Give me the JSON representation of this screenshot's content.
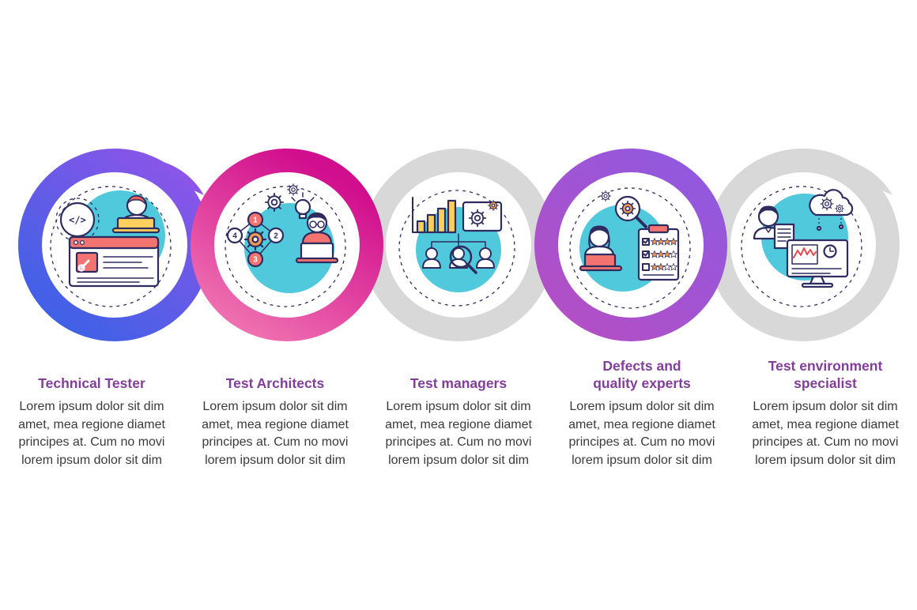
{
  "colors": {
    "ring_blue": "#3A62E6",
    "ring_violet": "#8C55E8",
    "ring_pink_light": "#F27BB4",
    "ring_pink_dark": "#D10F8E",
    "ring_purple_light": "#9059E0",
    "ring_purple_dark": "#B44FC4",
    "ring_gray": "#D8D8D8",
    "icon_backdrop_teal": "#4FC9DB",
    "icon_line_navy": "#2E2C5F",
    "accent_yellow": "#FCD05E",
    "accent_coral": "#F2736F",
    "accent_orange": "#F29A57",
    "chart_line_red": "#E8474F",
    "title_purple": "#823E98",
    "body_text": "#3A3A3A"
  },
  "steps": [
    {
      "title": "Technical Tester",
      "description": "Lorem ipsum dolor sit dim amet, mea regione diamet principes at. Cum no movi lorem ipsum dolor sit dim"
    },
    {
      "title": "Test Architects",
      "description": "Lorem ipsum dolor sit dim amet, mea regione diamet principes at. Cum no movi lorem ipsum dolor sit dim"
    },
    {
      "title": "Test managers",
      "description": "Lorem ipsum dolor sit dim amet, mea regione diamet principes at. Cum no movi lorem ipsum dolor sit dim"
    },
    {
      "title": "Defects and quality experts",
      "description": "Lorem ipsum dolor sit dim amet, mea regione diamet principes at. Cum no movi lorem ipsum dolor sit dim"
    },
    {
      "title": "Test environment specialist",
      "description": "Lorem ipsum dolor sit dim amet, mea regione diamet principes at. Cum no movi lorem ipsum dolor sit dim"
    }
  ],
  "icon_labels": {
    "code_glyph": "</>",
    "step_numbers": [
      "1",
      "2",
      "3",
      "4"
    ]
  }
}
